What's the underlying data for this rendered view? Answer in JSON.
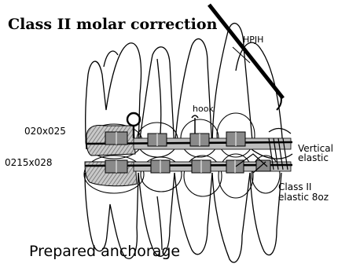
{
  "title": "Class II  molar correction",
  "labels": {
    "hpjh": "HPJH",
    "hook": "hook",
    "upper_wire": "020x025",
    "lower_wire": "0215x028",
    "vertical_elastic_line1": "Vertical",
    "vertical_elastic_line2": "elastic",
    "class2_elastic_line1": "Class II",
    "class2_elastic_line2": "elastic 8oz",
    "prepared_anchorage": "Prepared anchorage"
  },
  "colors": {
    "line": "#000000",
    "bracket_fill": "#8a8a8a",
    "band_fill": "#b5b5b5",
    "background": "#ffffff"
  }
}
